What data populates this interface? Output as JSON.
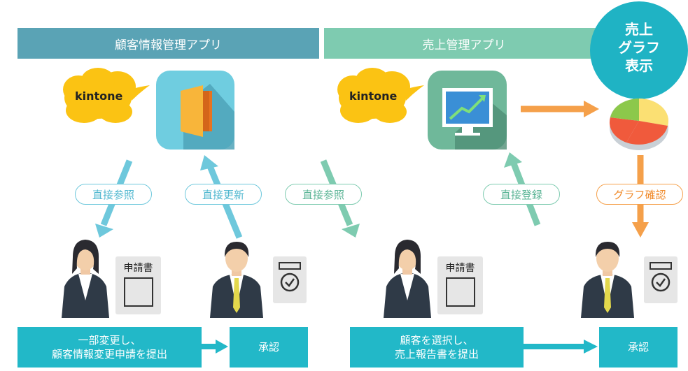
{
  "apps": {
    "customer_app_title": "顧客情報管理アプリ",
    "sales_app_title": "売上管理アプリ",
    "kintone_label": "kintone"
  },
  "graph_badge": {
    "line1": "売上",
    "line2": "グラフ",
    "line3": "表示"
  },
  "labels": {
    "direct_ref_1": "直接参照",
    "direct_update": "直接更新",
    "direct_ref_2": "直接参照",
    "direct_register": "直接登録",
    "graph_check": "グラフ確認"
  },
  "documents": {
    "application_form": "申請書"
  },
  "actions": {
    "left_request_line1": "一部変更し、",
    "left_request_line2": "顧客情報変更申請を提出",
    "approve": "承認",
    "right_request_line1": "顧客を選択し、",
    "right_request_line2": "売上報告書を提出"
  },
  "colors": {
    "customer_banner": "#5aa3b5",
    "sales_banner": "#7ecbb0",
    "badge": "#1fb3c4",
    "blue_arrow": "#6ec8dc",
    "green_arrow": "#7ecbb0",
    "orange_arrow": "#f5a04a",
    "action_box": "#22b8c8",
    "cloud": "#fbc313"
  }
}
